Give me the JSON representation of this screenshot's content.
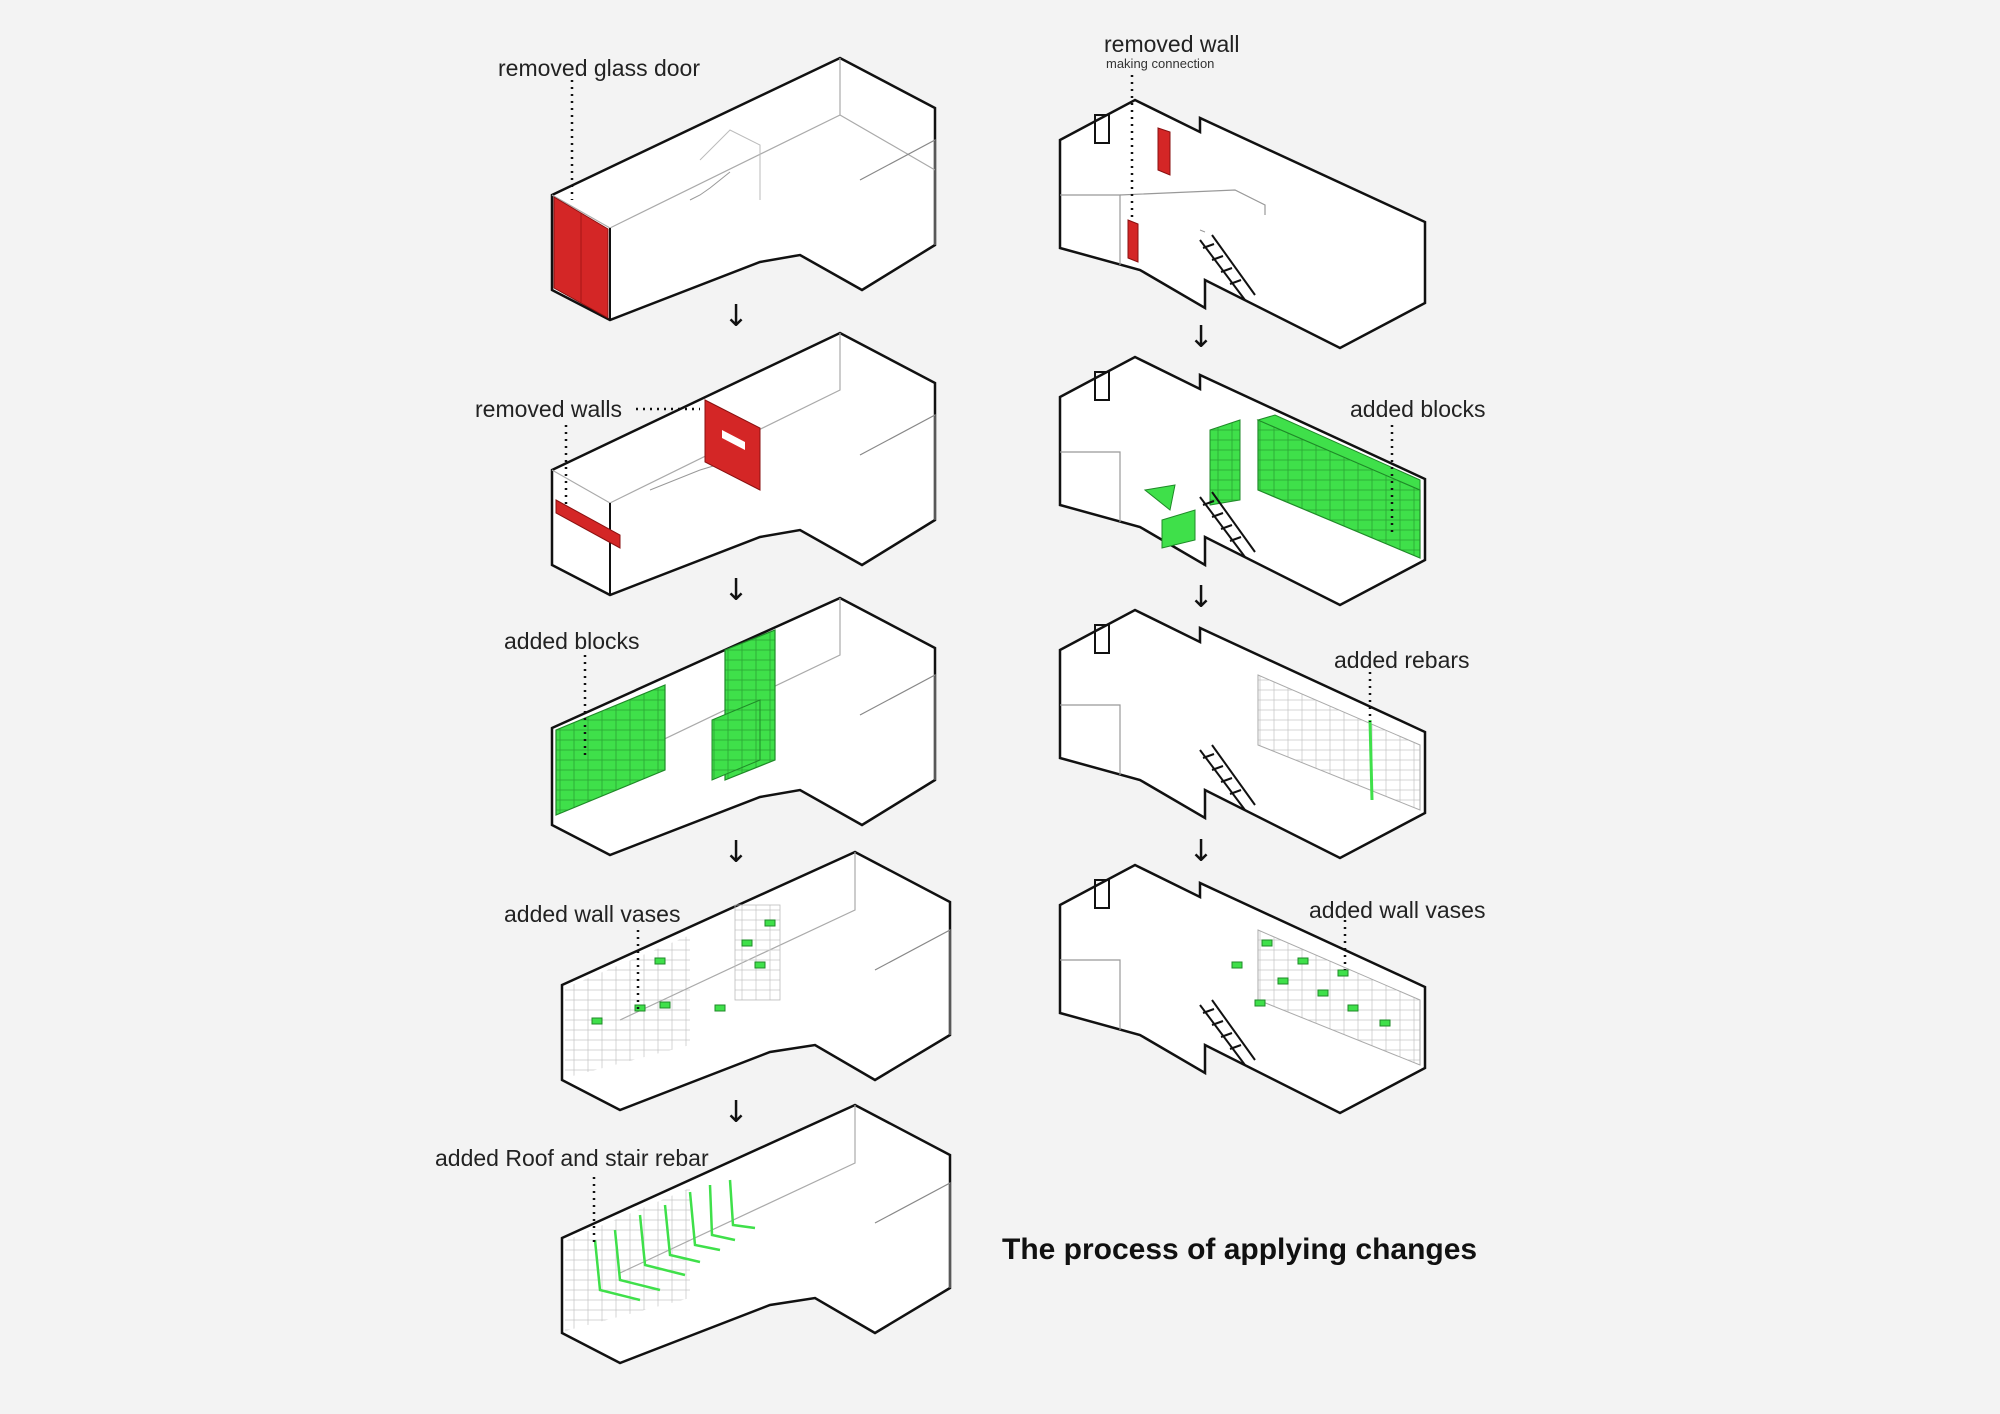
{
  "title": "The process of applying changes",
  "colors": {
    "removed": "#d42626",
    "added": "#3fe04a",
    "line": "#111111",
    "background": "#f3f3f3"
  },
  "arrow_glyph": "↓",
  "left_column": {
    "steps": [
      {
        "label": "removed glass door",
        "change": "removed"
      },
      {
        "label": "removed walls",
        "change": "removed"
      },
      {
        "label": "added blocks",
        "change": "added"
      },
      {
        "label": "added wall vases",
        "change": "added"
      },
      {
        "label": "added Roof and stair rebar",
        "change": "added"
      }
    ]
  },
  "right_column": {
    "steps": [
      {
        "label": "removed wall",
        "sublabel": "making connection",
        "change": "removed"
      },
      {
        "label": "added blocks",
        "change": "added"
      },
      {
        "label": "added rebars",
        "change": "added"
      },
      {
        "label": "added wall vases",
        "change": "added"
      }
    ]
  }
}
